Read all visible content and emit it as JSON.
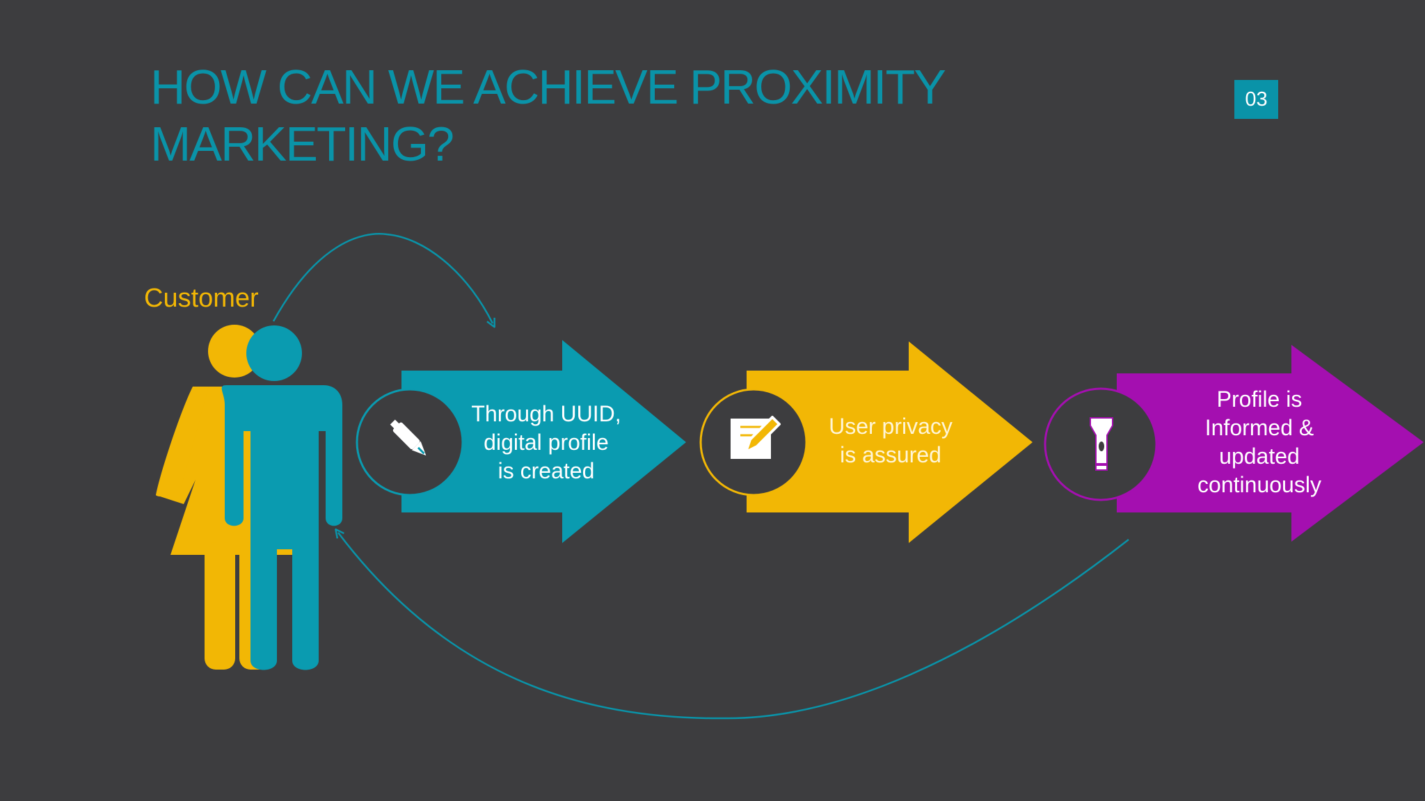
{
  "slide": {
    "title_lines": [
      "HOW CAN WE ACHIEVE PROXIMITY",
      "MARKETING?"
    ],
    "page_number": "03"
  },
  "customer": {
    "label": "Customer"
  },
  "steps": [
    {
      "lines": [
        "Through UUID,",
        "digital profile",
        "is created"
      ],
      "icon": "pen-icon",
      "color": "#0a9bb0"
    },
    {
      "lines": [
        "User privacy",
        "is assured"
      ],
      "icon": "edit-note-icon",
      "color": "#f2b705"
    },
    {
      "lines": [
        "Profile is",
        "Informed &",
        "updated",
        "continuously"
      ],
      "icon": "flashlight-icon",
      "color": "#a40fb0"
    }
  ],
  "colors": {
    "background": "#3d3d3f",
    "accent_teal": "#0a93a8",
    "accent_yellow": "#f2b705",
    "accent_purple": "#a40fb0"
  }
}
